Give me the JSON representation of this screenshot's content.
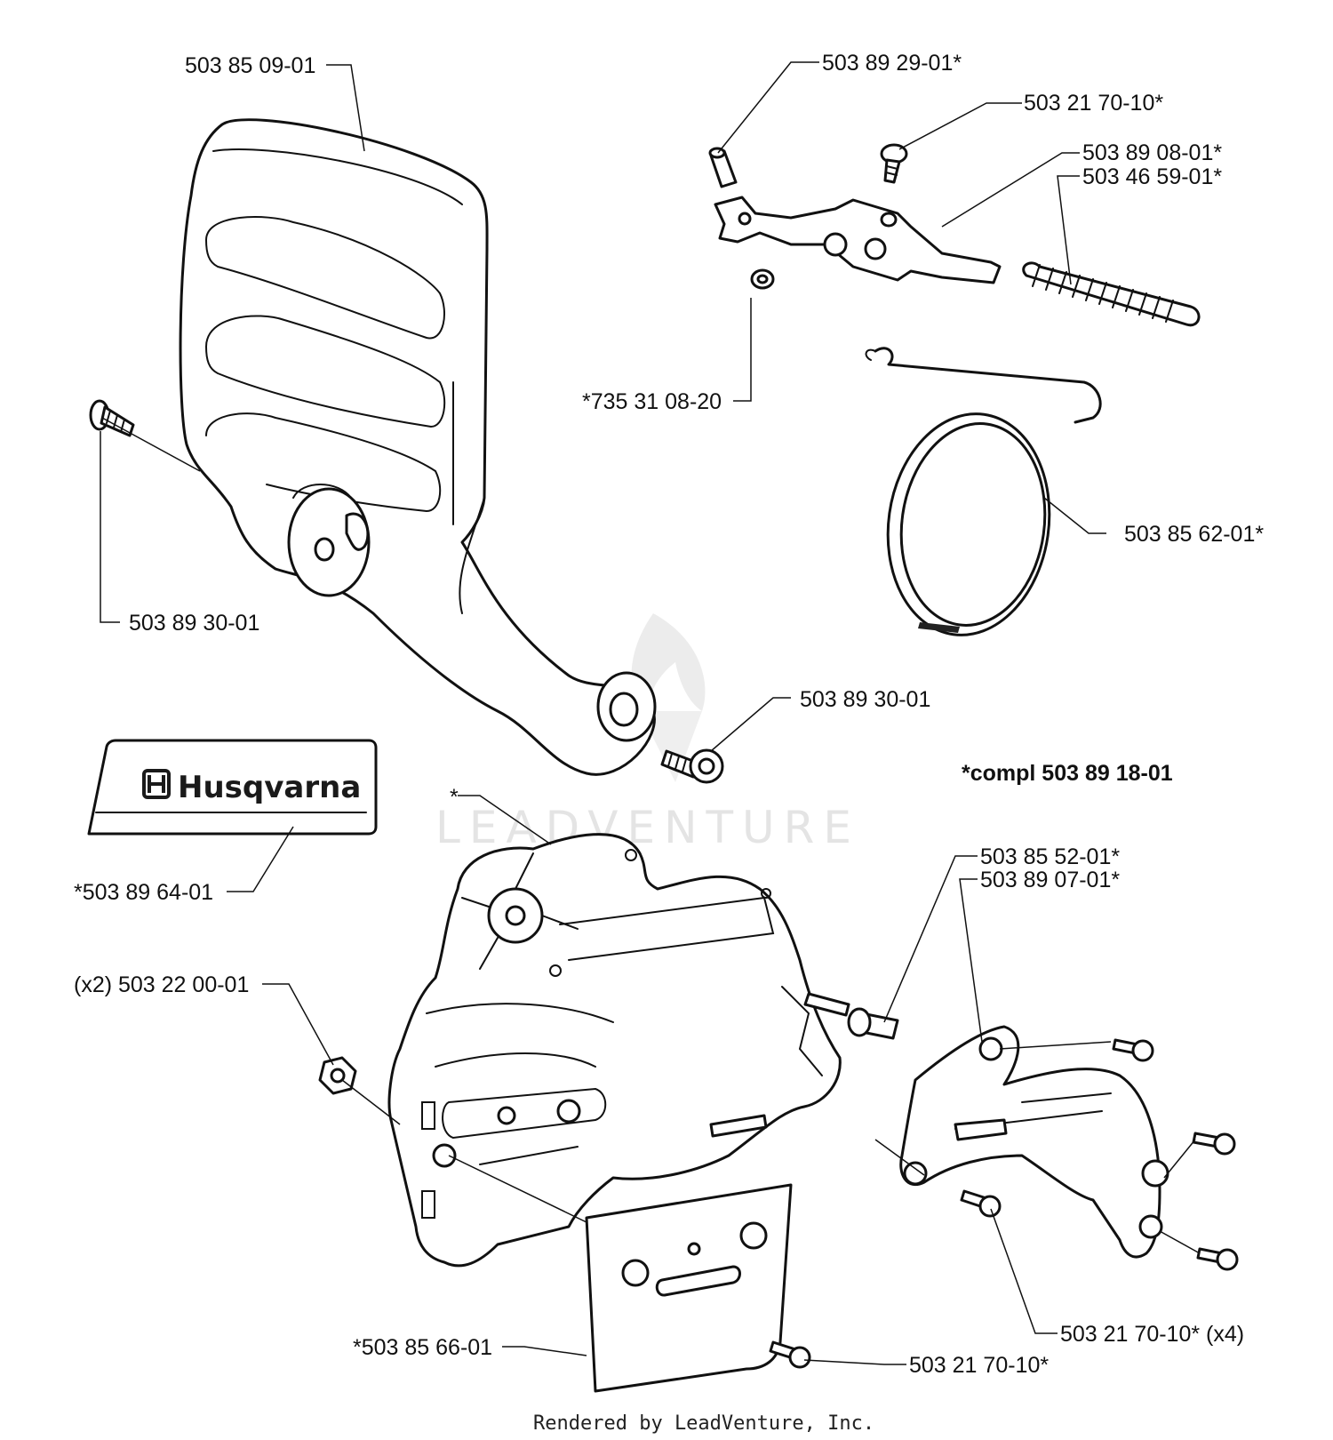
{
  "diagram": {
    "labels": {
      "top_cover": "503 85 09-01",
      "pin": "503 89 29-01*",
      "screw_top": "503 21 70-10*",
      "brake_lever": "503 89 08-01*",
      "spring": "503 46 59-01*",
      "circlip": "*735 31 08-20",
      "brake_band": "503 85 62-01*",
      "bolt_left": "503 89 30-01",
      "bolt_right": "503 89 30-01",
      "compl": "*compl 503 89 18-01",
      "decal": "*503 89 64-01",
      "asterisk": "*",
      "nut": "(x2) 503 22 00-01",
      "pin_small": "503 85 52-01*",
      "guard": "503 89 07-01*",
      "screws_x4": "503 21 70-10* (x4)",
      "plate": "*503 85 66-01",
      "screw_bottom": "503 21 70-10*"
    },
    "brand_text": "Husqvarna",
    "watermark_text": "LEADVENTURE",
    "footer_text": "Rendered by LeadVenture, Inc.",
    "colors": {
      "line": "#111111",
      "watermark": "#e4e4e4"
    }
  }
}
